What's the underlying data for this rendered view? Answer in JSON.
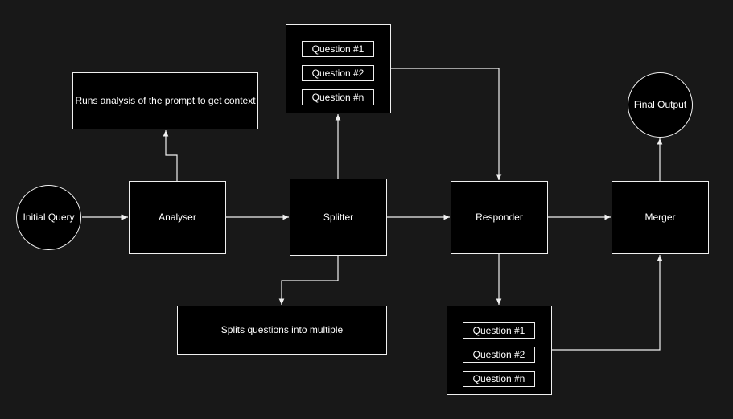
{
  "nodes": {
    "initial_query": "Initial Query",
    "analyser": "Analyser",
    "analysis_note": "Runs analysis of the prompt to get context",
    "splitter": "Splitter",
    "split_note": "Splits questions into multiple",
    "responder": "Responder",
    "merger": "Merger",
    "final_output": "Final Output"
  },
  "questions_top": [
    "Question #1",
    "Question #2",
    "Question #n"
  ],
  "questions_bottom": [
    "Question #1",
    "Question #2",
    "Question #n"
  ],
  "colors": {
    "background": "#181818",
    "node_fill": "#000000",
    "stroke": "#f0f0f0",
    "text": "#ffffff"
  }
}
